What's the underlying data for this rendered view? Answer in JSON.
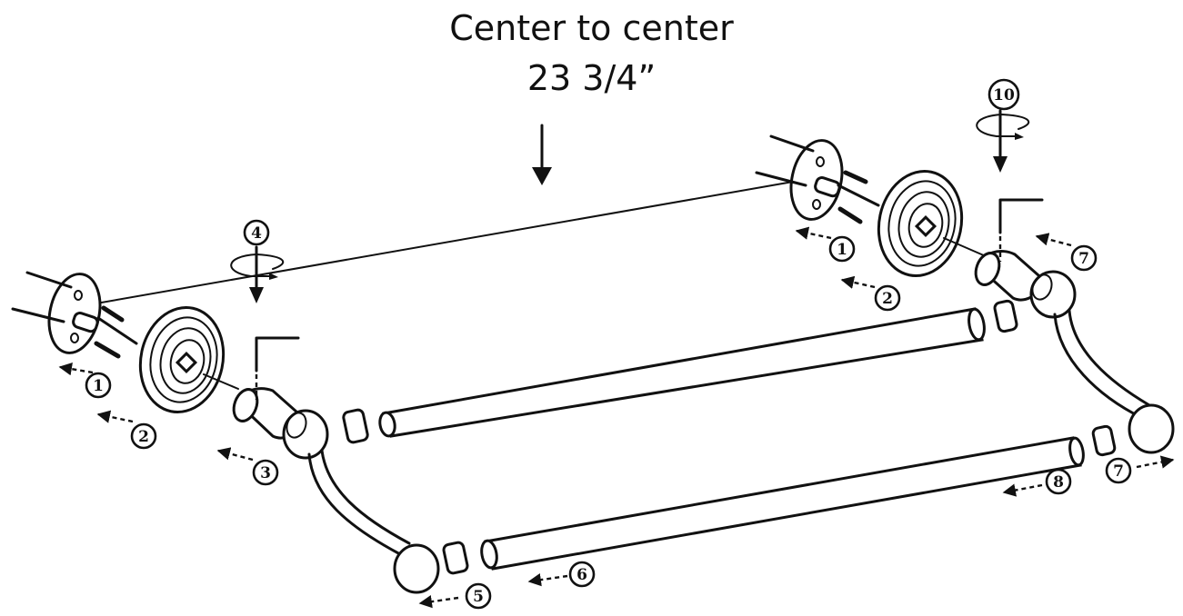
{
  "title": {
    "line1": "Center to center",
    "line2": "23 3/4”"
  },
  "steps": {
    "s1_left": "1",
    "s2_left": "2",
    "s3": "3",
    "s4": "4",
    "s5": "5",
    "s6": "6",
    "s7_right": "7",
    "s7_bottom": "7",
    "s8": "8",
    "s1_right": "1",
    "s2_right": "2",
    "s10": "10"
  },
  "colors": {
    "ink": "#111111",
    "paper": "#ffffff"
  },
  "icons": [
    "rotate-arrow-icon",
    "down-arrow-icon",
    "dashed-direction-arrow-icon"
  ]
}
